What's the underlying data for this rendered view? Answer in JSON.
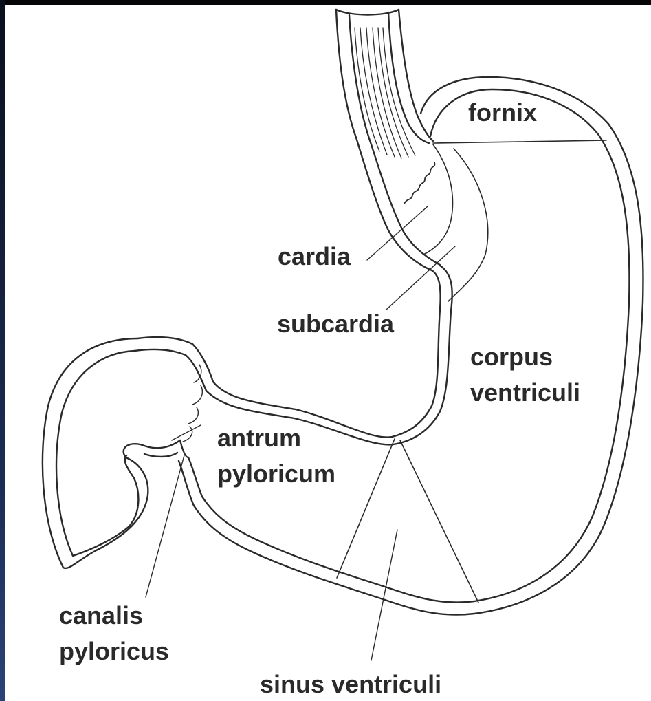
{
  "labels": {
    "fornix": "fornix",
    "cardia": "cardia",
    "subcardia": "subcardia",
    "corpus_1": "corpus",
    "corpus_2": "ventriculi",
    "antrum_1": "antrum",
    "antrum_2": "pyloricum",
    "canalis_1": "canalis",
    "canalis_2": "pyloricus",
    "sinus": "sinus ventriculi"
  },
  "colors": {
    "ink": "#2a2a2a",
    "paper": "#ffffff",
    "frame": "#0d1526"
  }
}
